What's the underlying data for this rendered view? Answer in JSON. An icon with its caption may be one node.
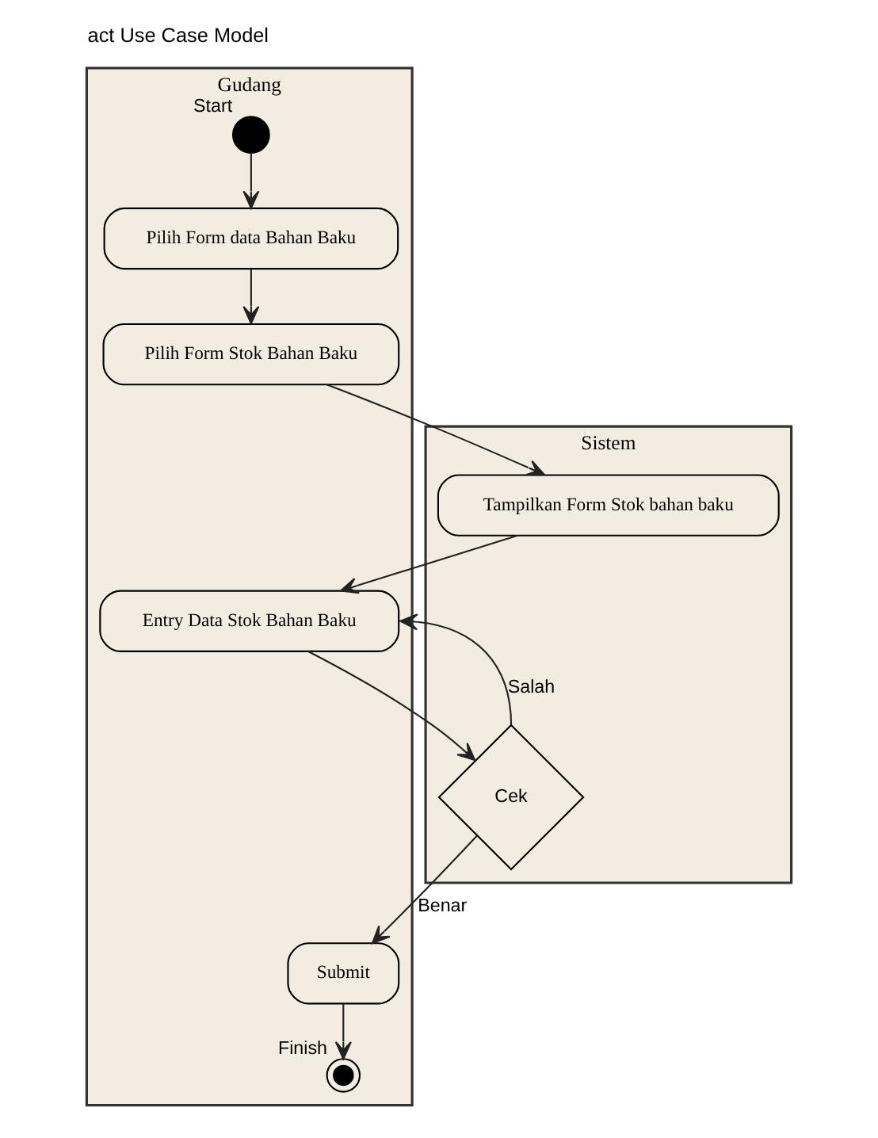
{
  "diagram": {
    "title": "act Use Case Model",
    "nodes": [
      {
        "text": [
          "Gudang"
        ]
      },
      {
        "text": [
          "Sistem"
        ]
      },
      {
        "text": [],
        "shape": "circle",
        "beside": [
          "Start"
        ],
        "in": 0
      },
      {
        "text": [
          "Pilih Form data Bahan Baku"
        ],
        "in": 0
      },
      {
        "text": [
          "Pilih Form Stok Bahan Baku"
        ],
        "in": 0
      },
      {
        "text": [
          "Tampilkan Form Stok bahan baku"
        ],
        "in": 1
      },
      {
        "text": [
          "Entry Data Stok Bahan Baku"
        ],
        "in": 0
      },
      {
        "text": [
          "Cek"
        ],
        "in": 1
      },
      {
        "text": [
          "Submit"
        ],
        "in": 0
      },
      {
        "text": [],
        "shape": "circle",
        "beside": [
          "Finish"
        ],
        "in": 0
      }
    ],
    "edges": [
      {
        "from": 2,
        "to": 3,
        "arrow": "to"
      },
      {
        "from": 3,
        "to": 4,
        "arrow": "to"
      },
      {
        "from": 4,
        "to": 5,
        "arrow": "to"
      },
      {
        "from": 5,
        "to": 6,
        "arrow": "to"
      },
      {
        "from": 6,
        "to": 7,
        "arrow": "to"
      },
      {
        "from": 7,
        "to": 6,
        "arrow": "to",
        "label": "Salah"
      },
      {
        "from": 7,
        "to": 8,
        "arrow": "to",
        "label": "Benar"
      },
      {
        "from": 8,
        "to": 9,
        "arrow": "to"
      }
    ]
  }
}
